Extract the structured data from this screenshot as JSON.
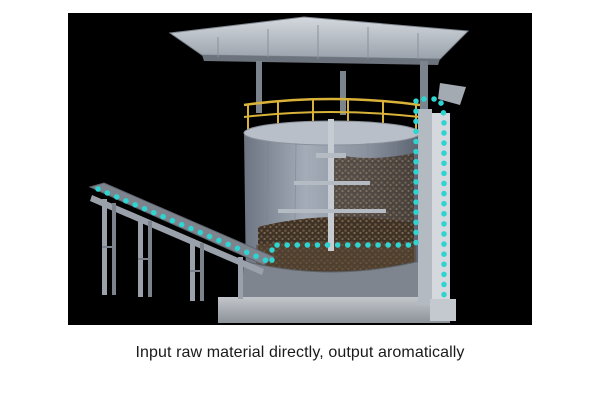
{
  "caption": "Input raw material directly, output aromatically",
  "colors": {
    "background": "#000000",
    "tank_body": "#8f98a6",
    "roof": "#b9c0c8",
    "railing": "#d9b23a",
    "flow_path": "#2fd3d0",
    "material": "#4a3b2c"
  },
  "illustration": {
    "subject": "fermentation-tank",
    "components": [
      "roof-canopy",
      "tank-body",
      "guard-railing",
      "agitator-shaft",
      "inclined-feed-conveyor",
      "discharge-chute",
      "material-flow-path"
    ]
  }
}
